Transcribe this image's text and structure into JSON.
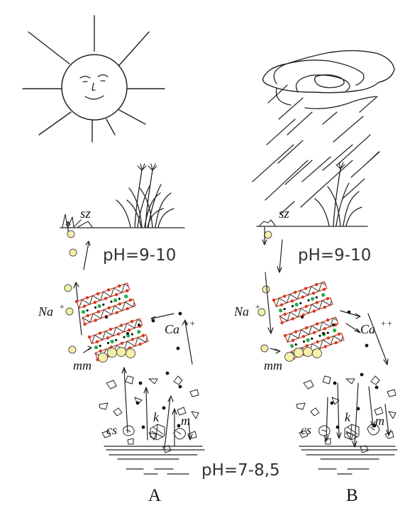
{
  "labels": {
    "sz": "sz",
    "na": "Na",
    "na_sup": "+",
    "ca": "Ca",
    "ca_sup": "++",
    "mm": "mm",
    "k": "k",
    "cs": "cs",
    "m": "m"
  },
  "ph": {
    "upper": "pH=9-10",
    "lower": "pH=7-8,5"
  },
  "panels": {
    "a": "A",
    "b": "B"
  },
  "colors": {
    "clay_red": "#d23a1f",
    "green_ion": "#1fb04b",
    "na_ion_fill": "#f6f0a8",
    "ink": "#222222"
  }
}
